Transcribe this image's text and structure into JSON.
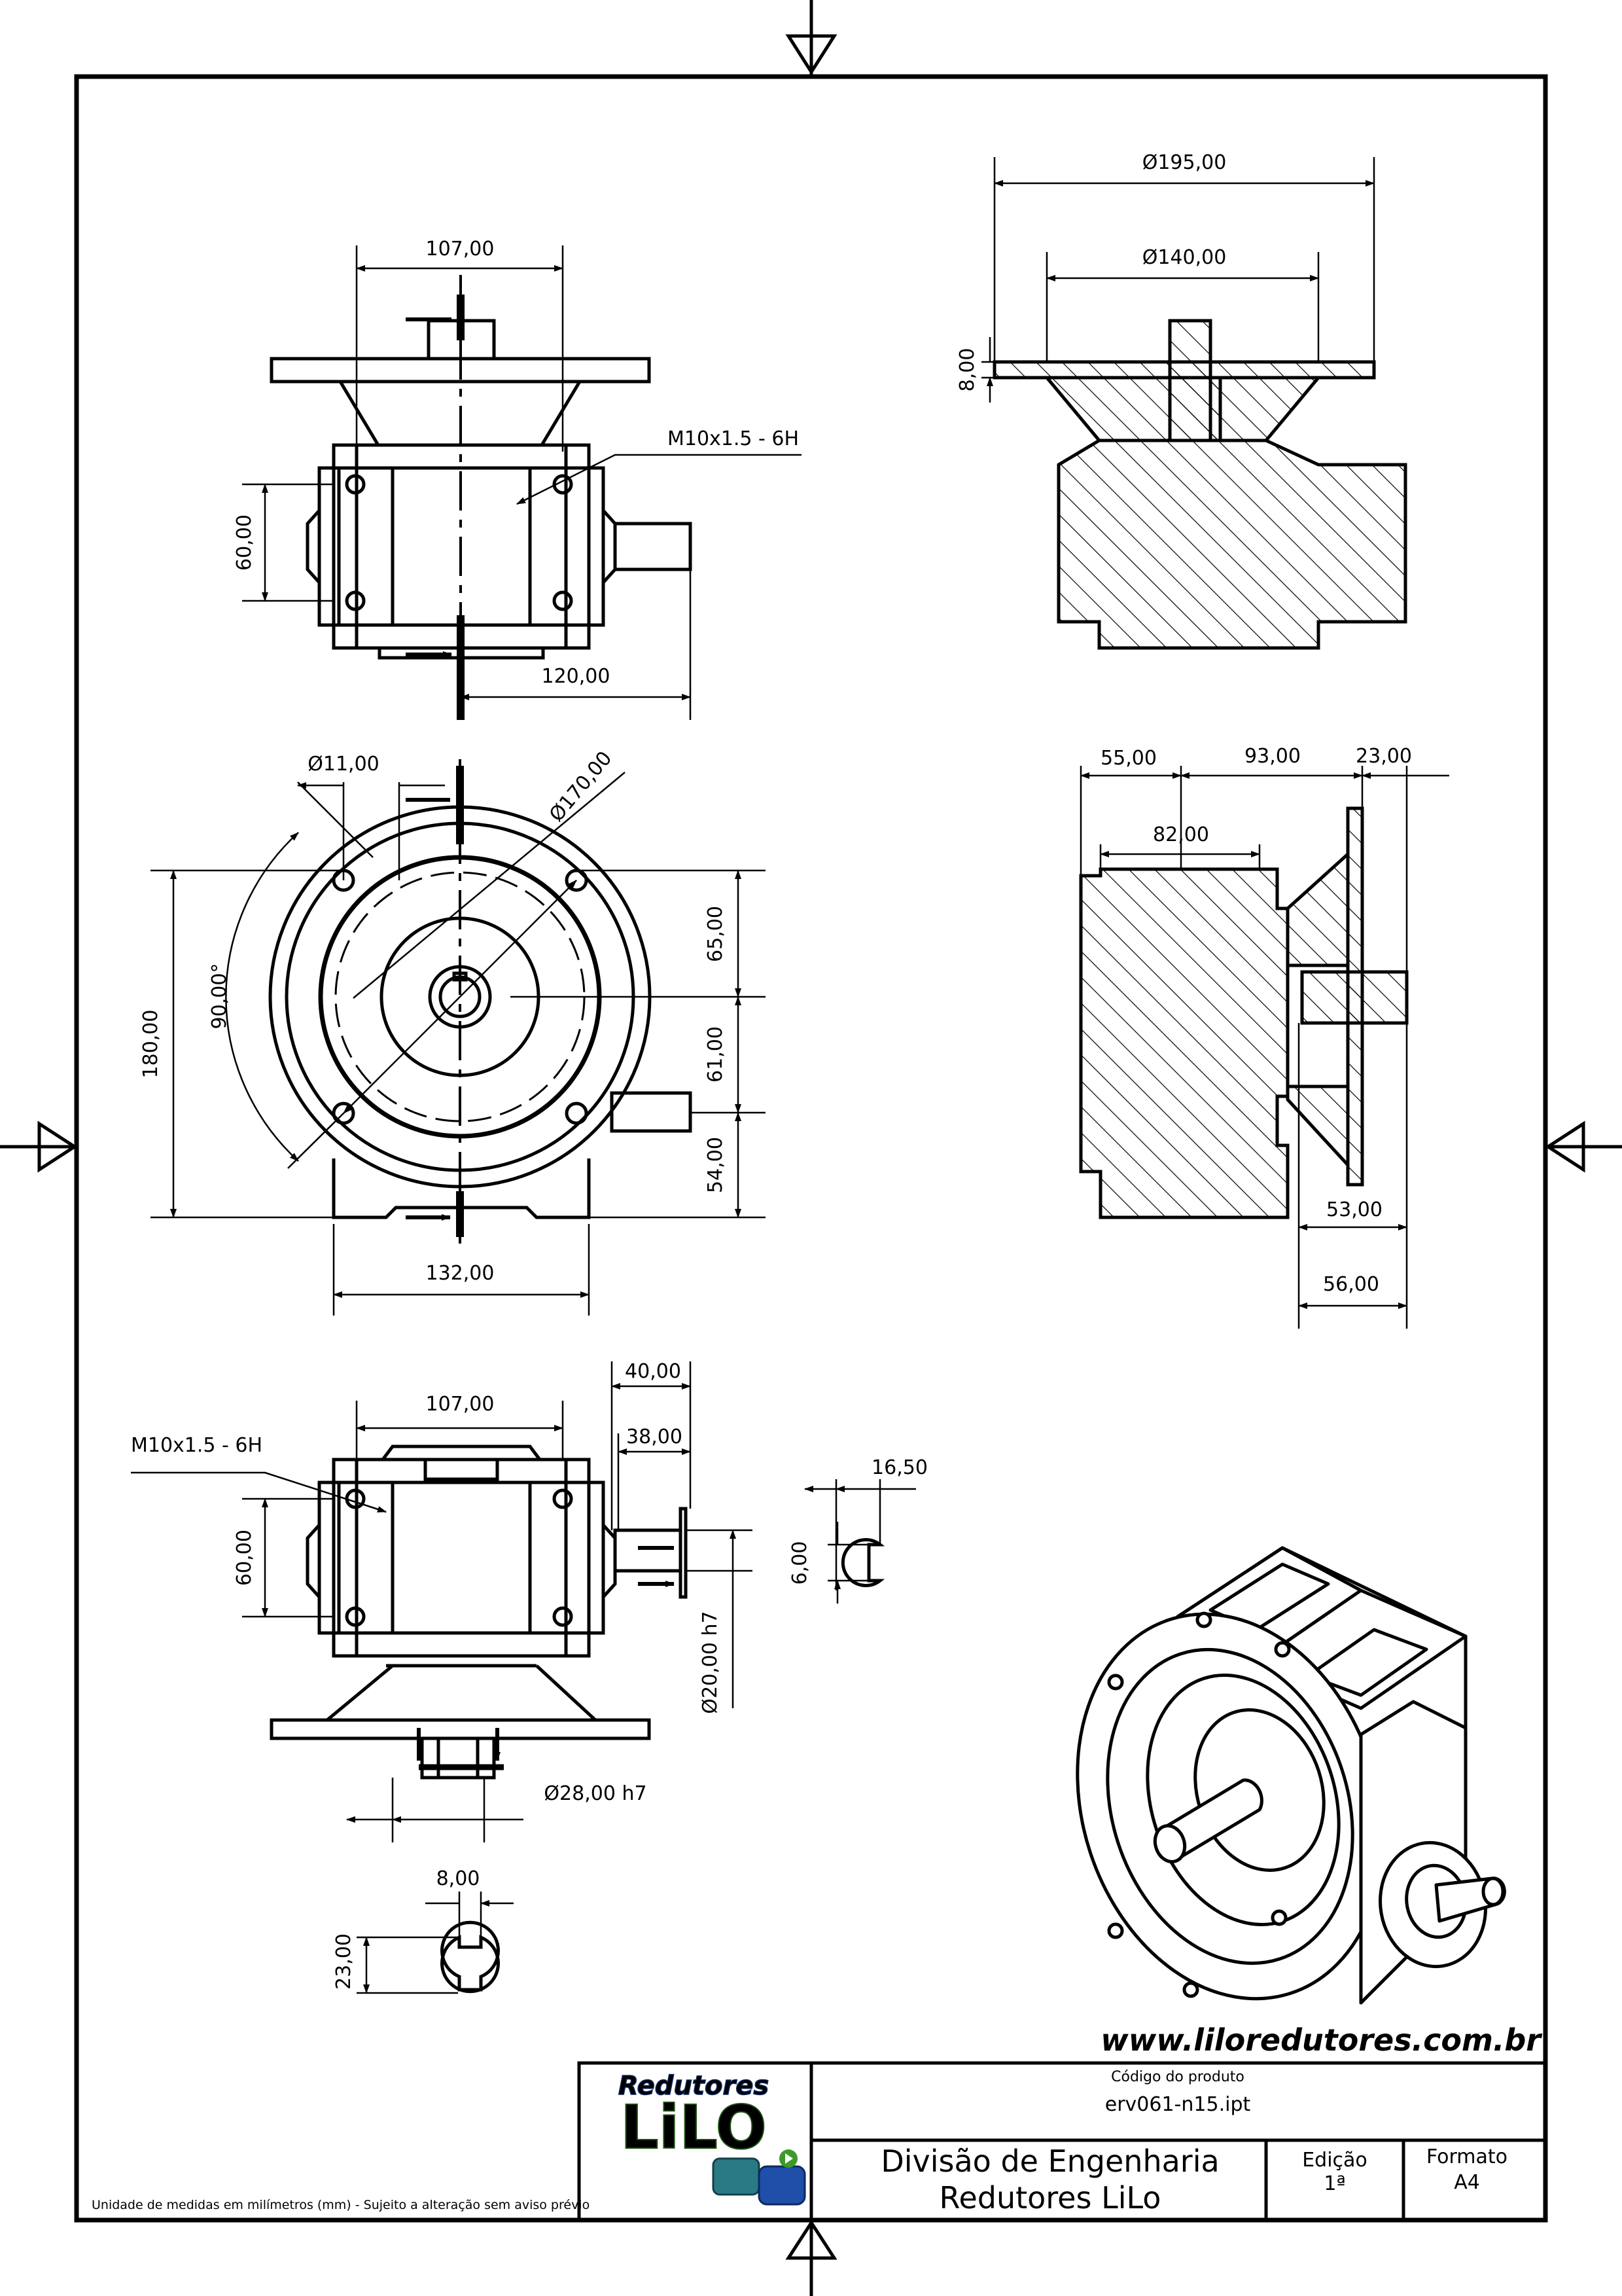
{
  "dimensions": {
    "top_width": "107,00",
    "top_height": "60,00",
    "top_shaft": "120,00",
    "top_thread": "M10x1.5 - 6H",
    "sec_outer_dia": "Ø195,00",
    "sec_pilot_dia": "Ø140,00",
    "sec_flange_thk": "8,00",
    "front_hole_dia": "Ø11,00",
    "front_pcd": "Ø170,00",
    "front_angle": "90,00°",
    "front_height": "180,00",
    "front_d65": "65,00",
    "front_d61": "61,00",
    "front_d54": "54,00",
    "front_width": "132,00",
    "side_d55": "55,00",
    "side_d93": "93,00",
    "side_d23": "23,00",
    "side_d82": "82,00",
    "side_d53": "53,00",
    "side_d56": "56,00",
    "bot_width": "107,00",
    "bot_thread": "M10x1.5 - 6H",
    "bot_height": "60,00",
    "bot_d40": "40,00",
    "bot_d38": "38,00",
    "bot_shaft_dia": "Ø20,00 h7",
    "bot_out_shaft": "Ø28,00 h7",
    "key1_w": "16,50",
    "key1_h": "6,00",
    "key2_w": "8,00",
    "key2_h": "23,00"
  },
  "title_block": {
    "website": "www.liloredutores.com.br",
    "logo_top": "Redutores",
    "logo_main": "LiLO",
    "code_label": "Código do produto",
    "code_value": "erv061-n15.ipt",
    "division_line1": "Divisão de Engenharia",
    "division_line2": "Redutores LiLo",
    "edition_label": "Edição",
    "edition_value": "1ª",
    "format_label": "Formato",
    "format_value": "A4",
    "note": "Unidade de medidas em milímetros (mm) - Sujeito a alteração sem aviso prévio"
  },
  "colors": {
    "logo_blue": "#1f4fa8",
    "logo_green": "#3c9a2a",
    "motor_teal": "#2a7a86"
  }
}
